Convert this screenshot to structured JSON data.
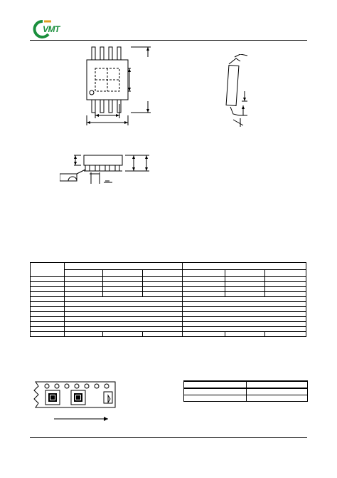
{
  "header": {
    "logo_text": "VMT",
    "brand_color": "#1a8f3c"
  },
  "figures": {
    "top_view": {
      "icon": "package-top-view-drawing"
    },
    "side_view": {
      "icon": "package-side-view-drawing"
    },
    "front_view": {
      "icon": "package-front-view-drawing"
    },
    "tape_reel": {
      "icon": "tape-and-reel-drawing"
    }
  },
  "dimension_table": {
    "columns": 7,
    "rows": 13
  },
  "tape_table": {
    "columns": 2,
    "rows": 3
  }
}
